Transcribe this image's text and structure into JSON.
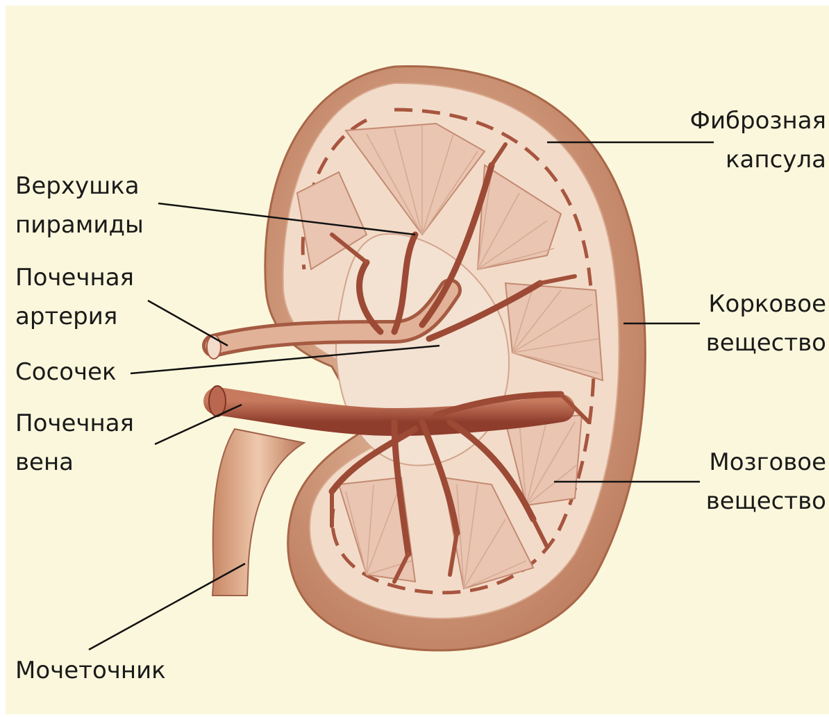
{
  "labels": {
    "fibrous_capsule": [
      "Фиброзная",
      "капсула"
    ],
    "pyramid_apex": [
      "Верхушка",
      "пирамиды"
    ],
    "renal_artery": [
      "Почечная",
      "артерия"
    ],
    "papilla": [
      "Сосочек"
    ],
    "renal_vein": [
      "Почечная",
      "вена"
    ],
    "cortex": [
      "Корковое",
      "вещество"
    ],
    "medulla": [
      "Мозговое",
      "вещество"
    ],
    "ureter": [
      "Мочеточник"
    ]
  },
  "colors": {
    "background": "#fbf7dc",
    "capsule": "#c98e6e",
    "cortex": "#f1d9c4",
    "pyramid": "#e8c0ac",
    "vessel": "#9c4a35",
    "text": "#1a1a1a"
  }
}
